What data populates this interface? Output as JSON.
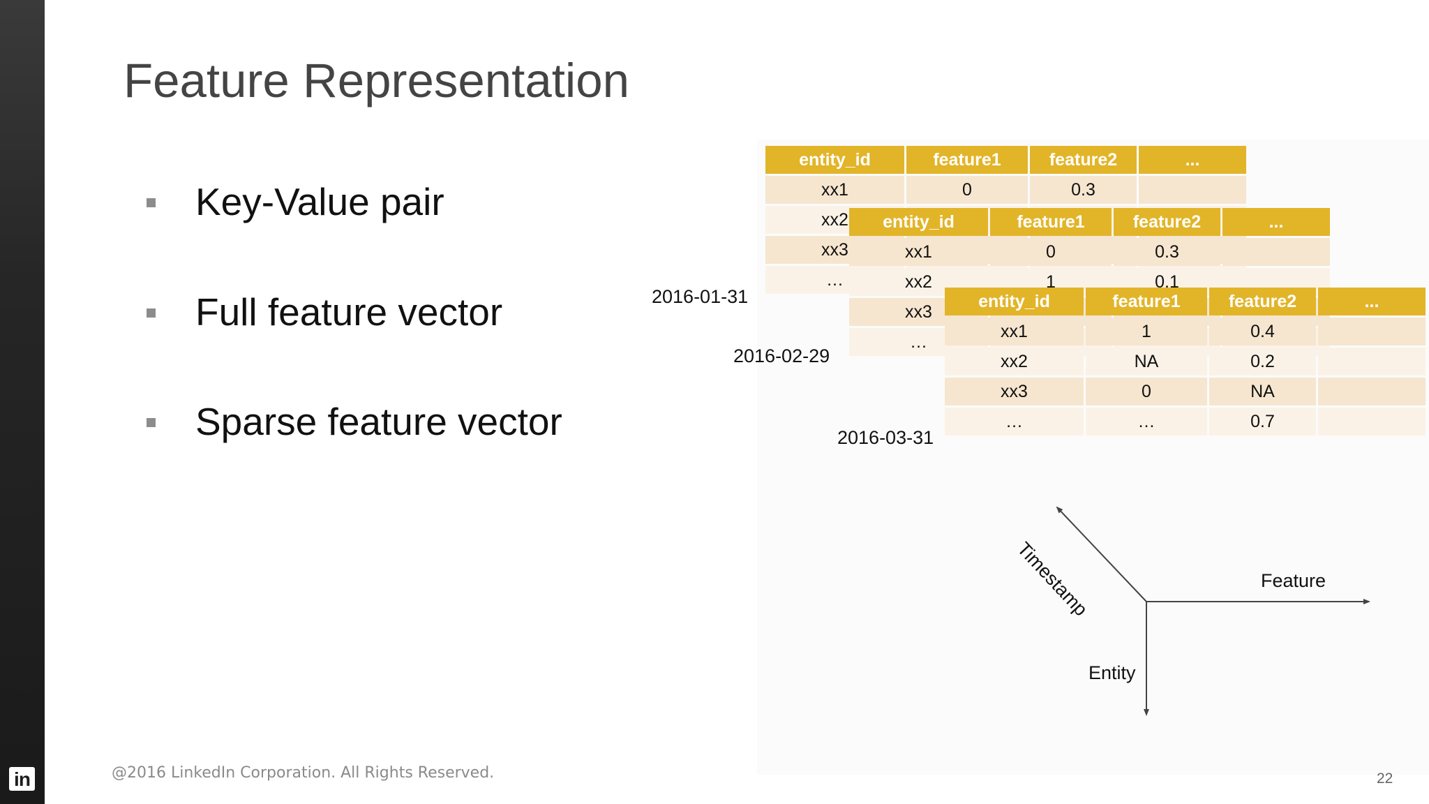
{
  "slide": {
    "title": "Feature Representation",
    "bullets": [
      "Key-Value pair",
      "Full feature vector",
      "Sparse feature vector"
    ],
    "logo_text": "in",
    "footer": "@2016 LinkedIn Corporation. All Rights Reserved.",
    "page_number": "22"
  },
  "diagram": {
    "columns": [
      "entity_id",
      "feature1",
      "feature2",
      "..."
    ],
    "tables": [
      {
        "date": "2016-01-31",
        "rows": [
          [
            "xx1",
            "0",
            "0.3",
            ""
          ],
          [
            "xx2",
            "",
            "",
            ""
          ],
          [
            "xx3",
            "",
            "",
            ""
          ],
          [
            "…",
            "",
            "",
            ""
          ]
        ]
      },
      {
        "date": "2016-02-29",
        "rows": [
          [
            "xx1",
            "0",
            "0.3",
            ""
          ],
          [
            "xx2",
            "1",
            "0.1",
            ""
          ],
          [
            "xx3",
            "",
            "",
            ""
          ],
          [
            "…",
            "",
            "",
            ""
          ]
        ]
      },
      {
        "date": "2016-03-31",
        "rows": [
          [
            "xx1",
            "1",
            "0.4",
            ""
          ],
          [
            "xx2",
            "NA",
            "0.2",
            ""
          ],
          [
            "xx3",
            "0",
            "NA",
            ""
          ],
          [
            "…",
            "…",
            "0.7",
            ""
          ]
        ]
      }
    ],
    "axes": {
      "timestamp": "Timestamp",
      "feature": "Feature",
      "entity": "Entity"
    }
  }
}
